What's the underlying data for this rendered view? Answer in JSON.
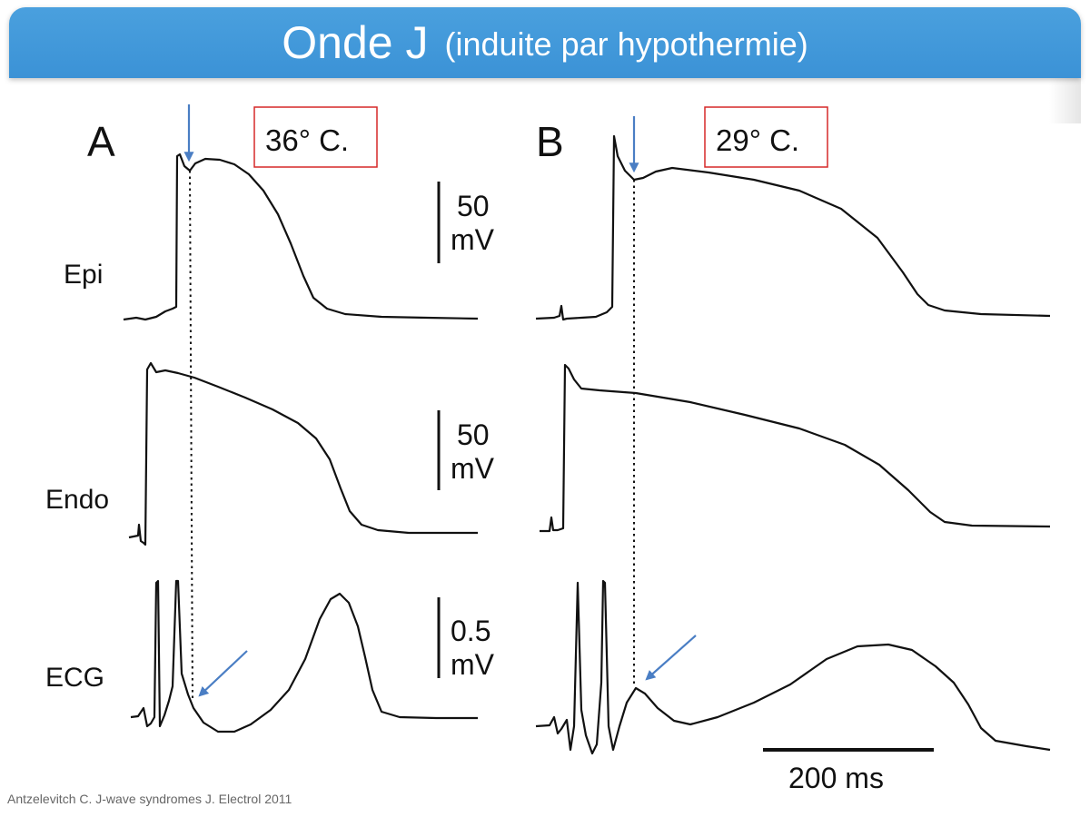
{
  "title": {
    "main": "Onde J",
    "sub": "(induite par hypothermie)"
  },
  "panels": [
    {
      "letter": "A",
      "temperature": "36° C."
    },
    {
      "letter": "B",
      "temperature": "29° C."
    }
  ],
  "trace_labels": {
    "epi": "Epi",
    "endo": "Endo",
    "ecg": "ECG"
  },
  "scale_bars": {
    "epi": {
      "value": "50",
      "unit": "mV"
    },
    "endo": {
      "value": "50",
      "unit": "mV"
    },
    "ecg": {
      "value": "0.5",
      "unit": "mV"
    },
    "time": "200 ms"
  },
  "citation": "Antzelevitch C. J-wave syndromes J. Electrol 2011",
  "colors": {
    "title_bar": "#3b92d6",
    "arrow": "#4a7ec4",
    "temp_box": "#d62828",
    "trace": "#111111"
  }
}
